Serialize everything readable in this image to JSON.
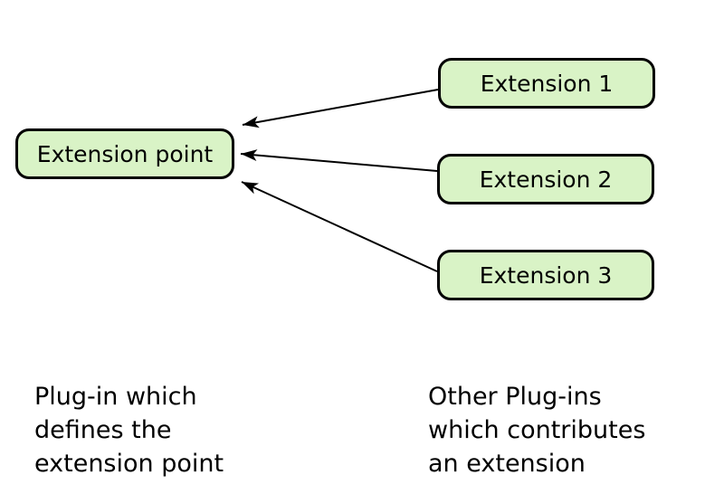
{
  "extension_point": {
    "label": "Extension point"
  },
  "extensions": [
    {
      "label": "Extension 1"
    },
    {
      "label": "Extension 2"
    },
    {
      "label": "Extension 3"
    }
  ],
  "captions": {
    "left": [
      "Plug-in which",
      "defines the",
      "extension point"
    ],
    "right": [
      "Other Plug-ins",
      "which contributes",
      "an extension"
    ]
  },
  "colors": {
    "box_fill": "#d9f3c6",
    "box_border": "#000000",
    "arrow": "#000000",
    "background": "#ffffff"
  }
}
